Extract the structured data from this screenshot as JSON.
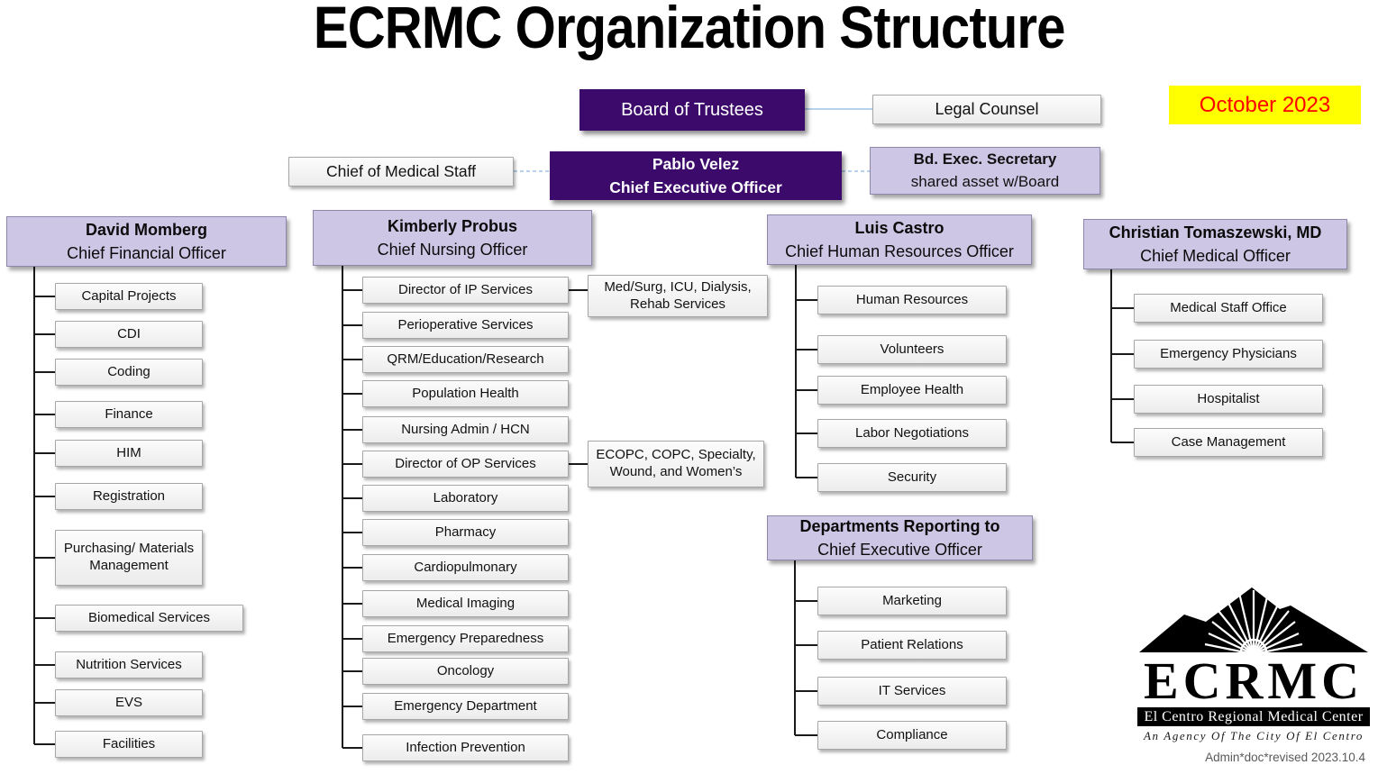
{
  "title": "ECRMC Organization Structure",
  "date_badge": "October 2023",
  "top": {
    "board_of_trustees": "Board of Trustees",
    "legal_counsel": "Legal Counsel",
    "chief_of_medical_staff": "Chief of Medical Staff",
    "ceo_name": "Pablo Velez",
    "ceo_title": "Chief Executive Officer",
    "bd_exec_secretary": "Bd. Exec. Secretary",
    "bd_exec_note": "shared asset w/Board"
  },
  "columns": [
    {
      "head_name": "David Momberg",
      "head_title": "Chief Financial Officer",
      "items": [
        "Capital Projects",
        "CDI",
        "Coding",
        "Finance",
        "HIM",
        "Registration",
        "Purchasing/ Materials Management",
        "Biomedical Services",
        "Nutrition Services",
        "EVS",
        "Facilities"
      ]
    },
    {
      "head_name": "Kimberly Probus",
      "head_title": "Chief Nursing Officer",
      "items": [
        "Director of IP Services",
        "Perioperative Services",
        "QRM/Education/Research",
        "Population Health",
        "Nursing Admin / HCN",
        "Director of OP Services",
        "Laboratory",
        "Pharmacy",
        "Cardiopulmonary",
        "Medical Imaging",
        "Emergency Preparedness",
        "Oncology",
        "Emergency Department",
        "Infection Prevention"
      ],
      "side_notes": [
        "Med/Surg, ICU, Dialysis, Rehab Services",
        "ECOPC, COPC, Specialty, Wound, and Women’s"
      ]
    },
    {
      "head_name": "Luis Castro",
      "head_title": "Chief Human Resources Officer",
      "items": [
        "Human Resources",
        "Volunteers",
        "Employee Health",
        "Labor Negotiations",
        "Security"
      ]
    },
    {
      "head_name": "Christian Tomaszewski, MD",
      "head_title": "Chief Medical Officer",
      "items": [
        "Medical Staff Office",
        "Emergency Physicians",
        "Hospitalist",
        "Case Management"
      ]
    },
    {
      "head_name": "Departments Reporting to",
      "head_title": "Chief Executive Officer",
      "items": [
        "Marketing",
        "Patient Relations",
        "IT Services",
        "Compliance"
      ]
    }
  ],
  "logo": {
    "acronym": "ECRMC",
    "name": "El Centro Regional Medical Center",
    "tagline": "An Agency Of The City Of El Centro"
  },
  "footer_note": "Admin*doc*revised 2023.10.4",
  "colors": {
    "purple": "#3b0a6b",
    "lavender": "#cdc6e4",
    "lavender_border": "#8e87ab",
    "yellow": "#ffff00",
    "red": "#ff0000",
    "wire_blue": "#9dc3e6",
    "line_black": "#1a1a1a"
  }
}
